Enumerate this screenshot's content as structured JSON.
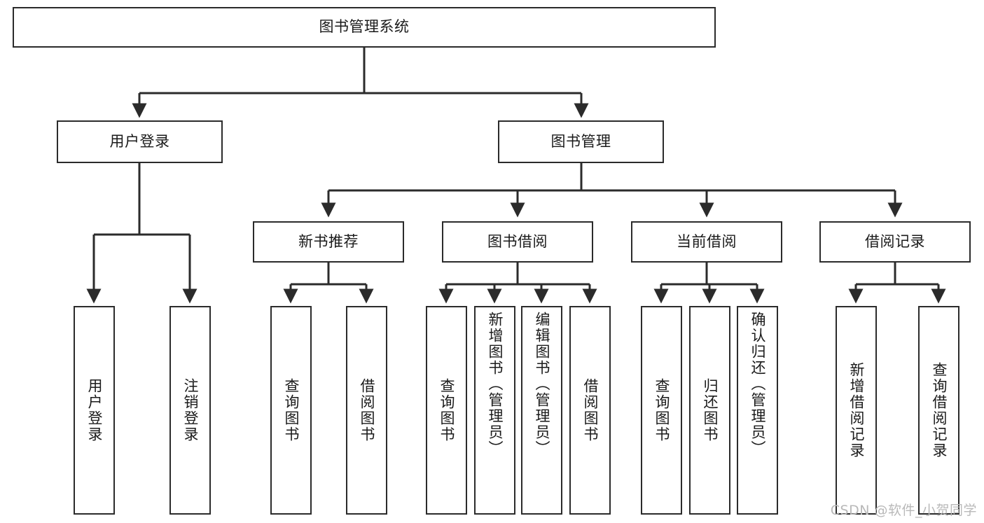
{
  "diagram": {
    "title": "图书管理系统",
    "type": "hierarchy-tree",
    "colors": {
      "box_border": "#2b2b2b",
      "box_fill": "#ffffff",
      "connector": "#2b2b2b",
      "text": "#1a1a1a",
      "watermark": "#b9b9b9",
      "background": "#ffffff"
    },
    "root": {
      "label": "图书管理系统"
    },
    "level2": [
      {
        "label": "用户登录"
      },
      {
        "label": "图书管理"
      }
    ],
    "level3": [
      {
        "label": "新书推荐"
      },
      {
        "label": "图书借阅"
      },
      {
        "label": "当前借阅"
      },
      {
        "label": "借阅记录"
      }
    ],
    "leaves": {
      "user_login": [
        {
          "label": "用户登录"
        },
        {
          "label": "注销登录"
        }
      ],
      "new_book_recommend": [
        {
          "label": "查询图书"
        },
        {
          "label": "借阅图书"
        }
      ],
      "book_borrow": [
        {
          "label": "查询图书"
        },
        {
          "label": "新增图书（管理员）"
        },
        {
          "label": "编辑图书（管理员）"
        },
        {
          "label": "借阅图书"
        }
      ],
      "current_borrow": [
        {
          "label": "查询图书"
        },
        {
          "label": "归还图书"
        },
        {
          "label": "确认归还（管理员）"
        }
      ],
      "borrow_record": [
        {
          "label": "新增借阅记录"
        },
        {
          "label": "查询借阅记录"
        }
      ]
    }
  },
  "watermark": {
    "text": "CSDN @软件_小贺同学"
  }
}
